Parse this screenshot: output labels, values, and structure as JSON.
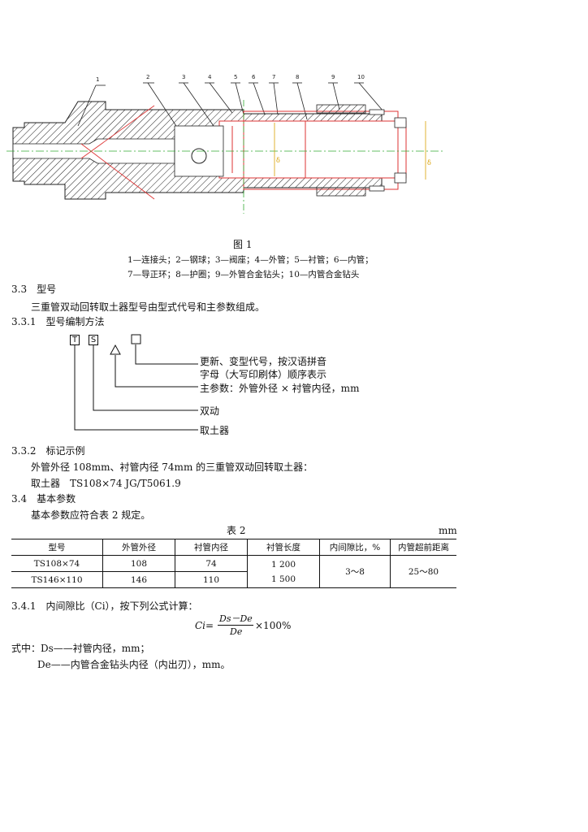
{
  "figure": {
    "part_numbers": [
      "1",
      "2",
      "3",
      "4",
      "5",
      "6",
      "7",
      "8",
      "9",
      "10"
    ],
    "dim_label": "δ",
    "caption": "图 1",
    "legend_line1": "1—连接头；2—钢球；3—阀座；4—外管；5—衬管；6—内管；",
    "legend_line2": "7—导正环；8—护圈；9—外管合金钻头；10—内管合金钻头"
  },
  "s3_3": {
    "heading": "3.3　型号",
    "text": "三重管双动回转取土器型号由型式代号和主参数组成。"
  },
  "s3_3_1": {
    "heading": "3.3.1　型号编制方法",
    "codes": [
      "T",
      "S"
    ],
    "desc_update_1": "更新、变型代号，按汉语拼音",
    "desc_update_2": "字母（大写印刷体）顺序表示",
    "desc_main": "主参数：外管外径 × 衬管内径，mm",
    "desc_double": "双动",
    "desc_sampler": "取土器"
  },
  "s3_3_2": {
    "heading": "3.3.2　标记示例",
    "text": "外管外径 108mm、衬管内径 74mm 的三重管双动回转取土器：",
    "example": "取土器　TS108×74 JG/T5061.9"
  },
  "s3_4": {
    "heading": "3.4　基本参数",
    "text": "基本参数应符合表 2 规定。"
  },
  "table2": {
    "title": "表 2",
    "unit": "mm",
    "headers": [
      "型号",
      "外管外径",
      "衬管内径",
      "衬管长度",
      "内间隙比，%",
      "内管超前距离"
    ],
    "rows": [
      [
        "TS108×74",
        "108",
        "74",
        "1 200"
      ],
      [
        "TS146×110",
        "146",
        "110",
        "1 500"
      ]
    ],
    "clearance": "3～8",
    "lead": "25～80"
  },
  "s3_4_1": {
    "heading": "3.4.1　内间隙比（Ci），按下列公式计算：",
    "formula_lhs": "Ci=",
    "formula_num": "Ds－De",
    "formula_den": "De",
    "formula_rhs": "×100%",
    "where_ds": "式中：Ds——衬管内径，mm；",
    "where_de": "De——内管合金钻头内径（内出刃），mm。"
  }
}
